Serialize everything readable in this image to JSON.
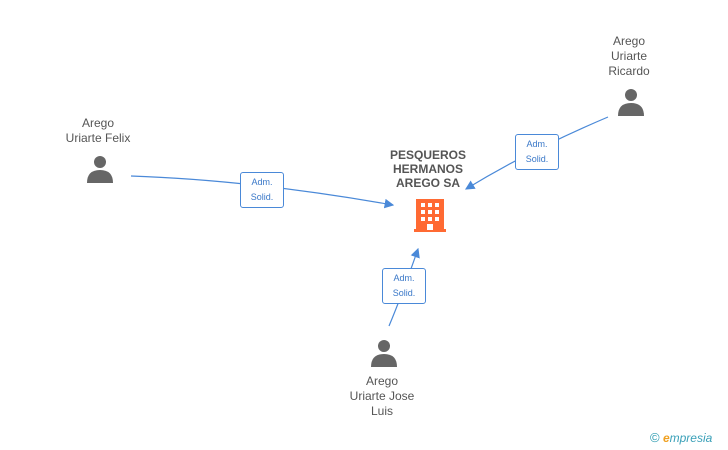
{
  "company": {
    "name": "PESQUEROS\nHERMANOS\nAREGO SA",
    "color": "#ff6a33"
  },
  "persons": [
    {
      "id": "felix",
      "name": "Arego\nUriarte Felix"
    },
    {
      "id": "ricardo",
      "name": "Arego\nUriarte\nRicardo"
    },
    {
      "id": "jose",
      "name": "Arego\nUriarte Jose\nLuis"
    }
  ],
  "edges": [
    {
      "from": "felix",
      "label": "Adm.\nSolid."
    },
    {
      "from": "ricardo",
      "label": "Adm.\nSolid."
    },
    {
      "from": "jose",
      "label": "Adm.\nSolid."
    }
  ],
  "colors": {
    "edge": "#4a89d8",
    "person_icon": "#666666",
    "text": "#555555"
  },
  "footer": {
    "copyright": "©",
    "brand_initial": "e",
    "brand_rest": "mpresia"
  }
}
